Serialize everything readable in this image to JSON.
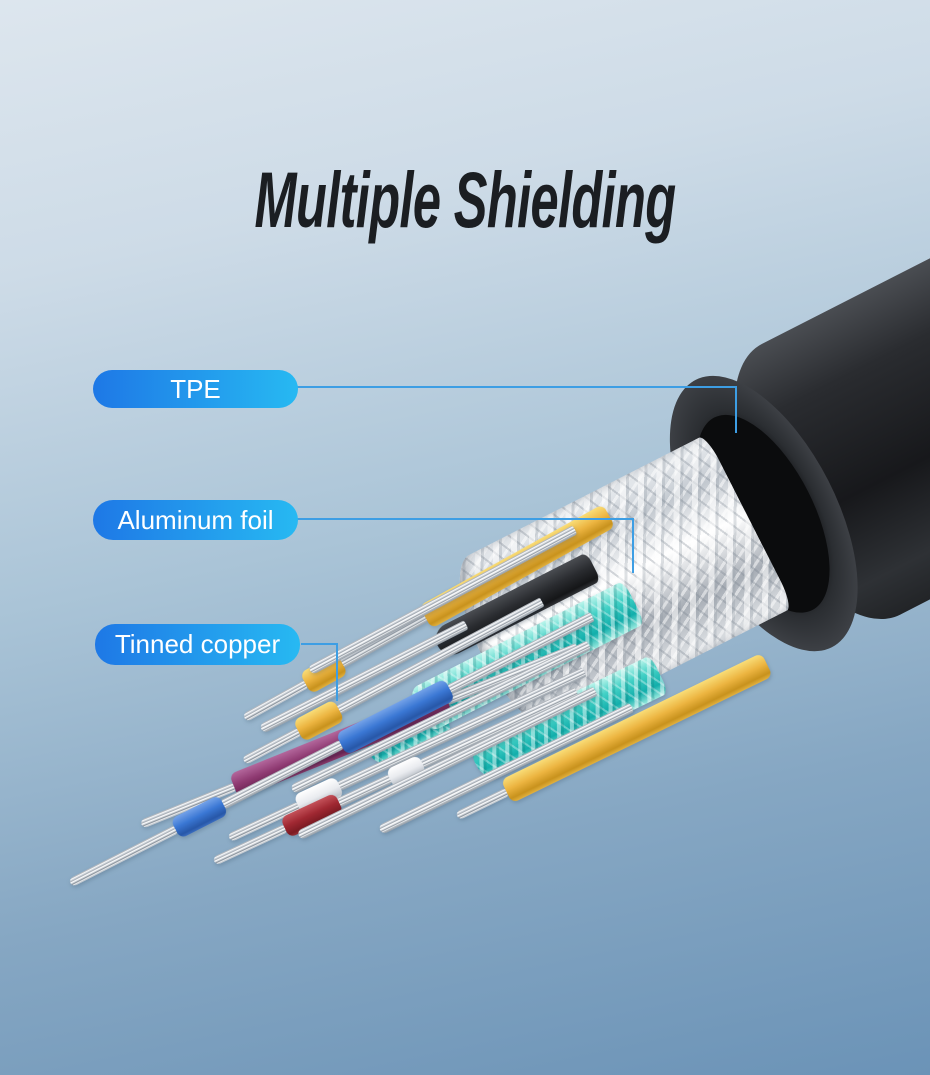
{
  "title": "Multiple Shielding",
  "callouts": [
    {
      "label": "TPE"
    },
    {
      "label": "Aluminum foil"
    },
    {
      "label": "Tinned copper"
    }
  ],
  "colors": {
    "pill_gradient_start": "#1e78e6",
    "pill_gradient_end": "#27b9f2",
    "leader_line": "#3d9ee4",
    "background_top": "#dde6ee",
    "background_bottom": "#6b93b7",
    "title_text": "#1b1e22",
    "label_text": "#ffffff"
  },
  "cable": {
    "jacket_material": "TPE",
    "shield_material": "Aluminum foil",
    "conductor_material": "Tinned copper",
    "wire_colors": [
      "yellow",
      "black",
      "teal",
      "purple",
      "blue",
      "white",
      "red",
      "silver"
    ]
  }
}
